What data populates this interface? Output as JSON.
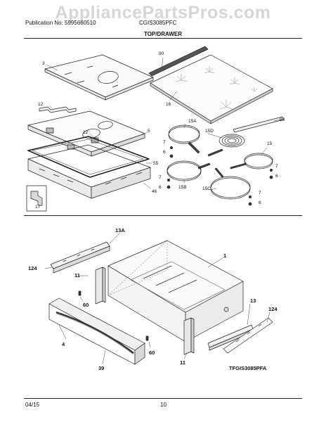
{
  "watermark": "AppliancePartsPros.com",
  "header": {
    "publication": "Publication No: 5995660510",
    "model": "CGIS3085PFC",
    "section_title": "TOP/DRAWER"
  },
  "diagram_code": "TFGIS3085PFA",
  "footer": {
    "date": "04/15",
    "page": "10"
  },
  "callouts": {
    "c3": "3",
    "c90a": "90",
    "c16": "16",
    "c12a": "12",
    "c15a": "15A",
    "c15d": "15D",
    "c90b": "90",
    "c12b": "12",
    "c5": "5",
    "c7a": "7",
    "c6a": "6",
    "c15": "15",
    "c7b": "7",
    "c6b": "6",
    "c55": "55",
    "c7c": "7",
    "c6c": "6",
    "c15b": "15B",
    "c15c": "15C",
    "c7d": "7",
    "c6d": "6",
    "c46": "46",
    "c17": "17",
    "c13a": "13A",
    "c124a": "124",
    "c1": "1",
    "c11a": "11",
    "c60a": "60",
    "c4": "4",
    "c13": "13",
    "c124b": "124",
    "c39": "39",
    "c60b": "60",
    "c11b": "11"
  }
}
